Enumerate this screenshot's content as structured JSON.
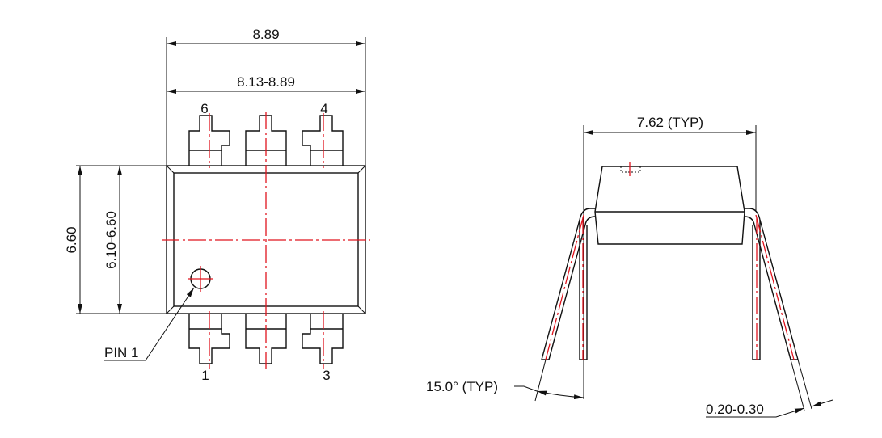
{
  "top_view": {
    "dim_overall_width": "8.89",
    "dim_body_width": "8.13-8.89",
    "dim_overall_height": "6.60",
    "dim_body_height": "6.10-6.60",
    "pin_labels": [
      "6",
      "4",
      "1",
      "3"
    ],
    "pin1_label": "PIN 1"
  },
  "side_view": {
    "dim_lead_spacing": "7.62 (TYP)",
    "dim_angle": "15.0° (TYP)",
    "dim_lead_thickness": "0.20-0.30"
  },
  "colors": {
    "outline": "#111111",
    "centerline": "#e0141e"
  }
}
